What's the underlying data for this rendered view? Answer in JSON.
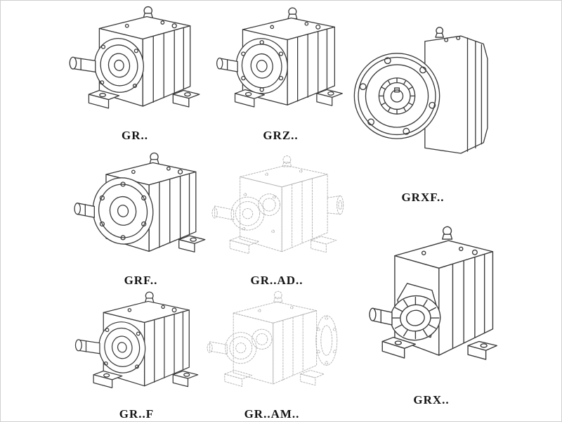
{
  "page": {
    "description": "Gear reducer model lineup technical line drawings"
  },
  "colors": {
    "line": "#3a3a3a",
    "phantom_line": "#b6b6b6",
    "label_text": "#141414",
    "background": "#ffffff"
  },
  "models": [
    {
      "label": "GR.."
    },
    {
      "label": "GRZ.."
    },
    {
      "label": "GRXF.."
    },
    {
      "label": "GRF.."
    },
    {
      "label": "GR..AD.."
    },
    {
      "label": "GRX.."
    },
    {
      "label": "GR..F"
    },
    {
      "label": "GR..AM.."
    }
  ]
}
